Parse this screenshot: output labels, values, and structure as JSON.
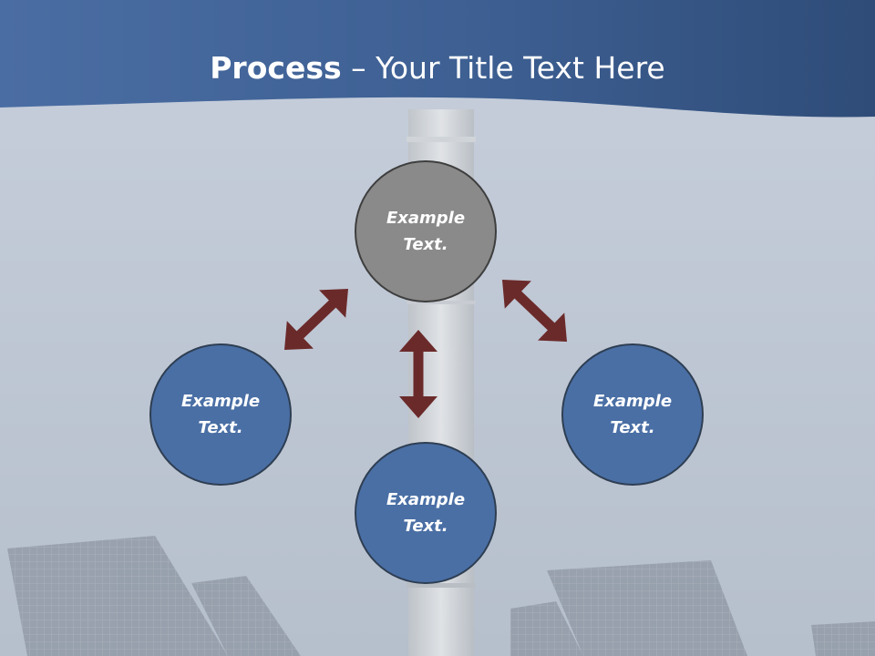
{
  "title": {
    "strong": "Process",
    "rest": " – Your Title Text Here"
  },
  "nodes": {
    "top": "Example Text.",
    "left": "Example Text.",
    "bottom": "Example Text.",
    "right": "Example Text."
  },
  "colors": {
    "header": "#3e5f8f",
    "node_top": "#8a8a8a",
    "node_blue": "#4a6fa5",
    "arrow": "#6b2a2a"
  }
}
